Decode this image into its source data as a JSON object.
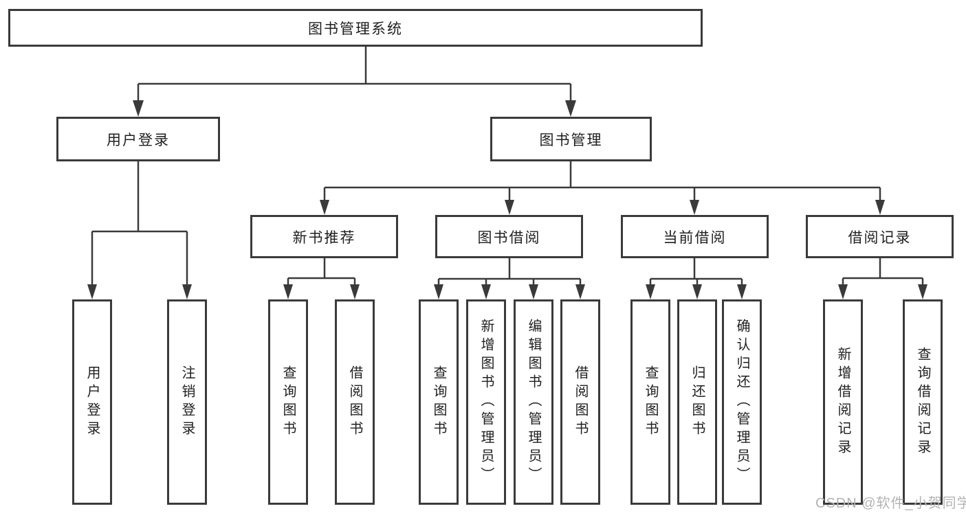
{
  "diagram": {
    "root": {
      "label": "图书管理系统"
    },
    "level2": [
      {
        "label": "用户登录"
      },
      {
        "label": "图书管理"
      }
    ],
    "level3": [
      {
        "label": "新书推荐"
      },
      {
        "label": "图书借阅"
      },
      {
        "label": "当前借阅"
      },
      {
        "label": "借阅记录"
      }
    ],
    "leaves": [
      {
        "label": "用户登录"
      },
      {
        "label": "注销登录"
      },
      {
        "label": "查询图书"
      },
      {
        "label": "借阅图书"
      },
      {
        "label": "查询图书"
      },
      {
        "label": "新增图书（管理员）"
      },
      {
        "label": "编辑图书（管理员）"
      },
      {
        "label": "借阅图书"
      },
      {
        "label": "查询图书"
      },
      {
        "label": "归还图书"
      },
      {
        "label": "确认归还（管理员）"
      },
      {
        "label": "新增借阅记录"
      },
      {
        "label": "查询借阅记录"
      }
    ]
  },
  "watermark": {
    "text": "CSDN @软件_小贺同学"
  },
  "colors": {
    "line": "#3a3a3a",
    "box_border": "#3a3a3a",
    "text": "#1f1f1f",
    "watermark": "#b3b3b3",
    "background": "#ffffff"
  }
}
